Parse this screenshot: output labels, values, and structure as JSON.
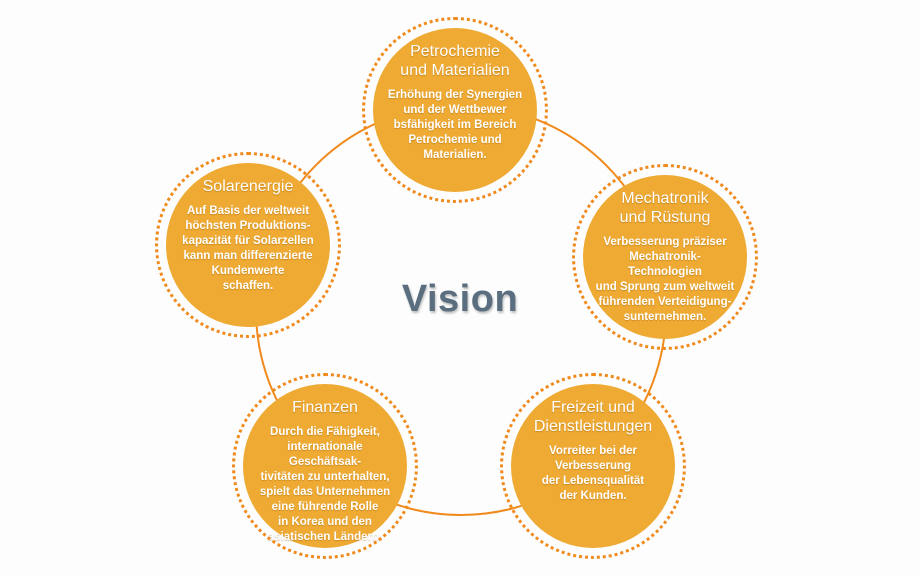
{
  "center_label": "Vision",
  "colors": {
    "node_fill": "#eeaa33",
    "ring_line": "#f08a1c",
    "center_text": "#5a6e80",
    "node_text": "#ffffff"
  },
  "nodes": [
    {
      "title": "Petrochemie\nund Materialien",
      "text": "Erhöhung der Synergien\nund der Wettbewer\nbsfähigkeit im Bereich\nPetrochemie und\nMaterialien."
    },
    {
      "title": "Mechatronik\nund Rüstung",
      "text": "Verbesserung präziser\nMechatronik-Technologien\nund Sprung zum weltweit\nführenden Verteidigung-\nsunternehmen."
    },
    {
      "title": "Freizeit und\nDienstleistungen",
      "text": "Vorreiter bei der\nVerbesserung\nder Lebensqualität\nder Kunden."
    },
    {
      "title": "Finanzen",
      "text": "Durch die Fähigkeit,\ninternationale Geschäftsak-\ntivitäten zu unterhalten,\nspielt das Unternehmen\neine führende Rolle\nin Korea und den\nasiatischen Ländern."
    },
    {
      "title": "Solarenergie",
      "text": "Auf Basis der weltweit\nhöchsten Produktions-\nkapazität für Solarzellen\nkann man differenzierte\nKundenwerte\nschaffen."
    }
  ]
}
